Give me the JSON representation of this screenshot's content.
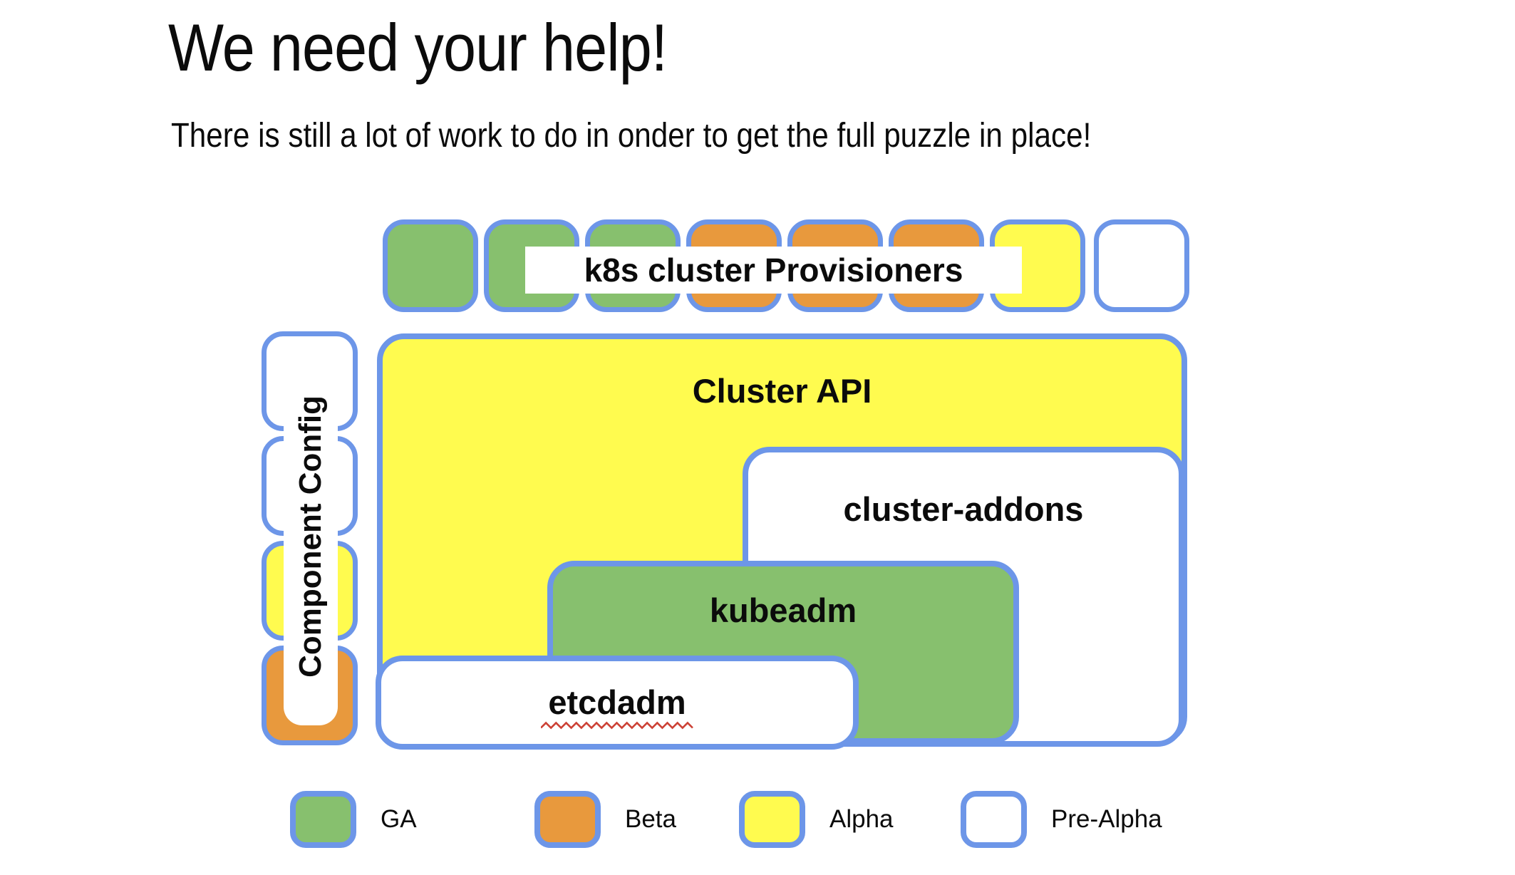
{
  "page": {
    "title": "We need your help!",
    "subtitle": "There is still a lot of work to do in onder to get the full puzzle in place!"
  },
  "colors": {
    "ga_green": "#87c06e",
    "beta_orange": "#e8993d",
    "alpha_yellow": "#fffb4f",
    "prealpha_white": "#ffffff",
    "border_blue": "#6d96e8",
    "squiggle_red": "#cc4135",
    "text_ink": "#0b0b0b"
  },
  "diagram": {
    "provisioners_label": "k8s cluster Provisioners",
    "provisioner_squares": [
      "ga",
      "ga",
      "ga",
      "beta",
      "beta",
      "beta",
      "alpha",
      "prealpha"
    ],
    "component_config": {
      "label": "Component Config",
      "squares": [
        "prealpha",
        "prealpha",
        "alpha",
        "beta"
      ]
    },
    "boxes": [
      {
        "id": "cluster-api",
        "label": "Cluster API",
        "status": "alpha"
      },
      {
        "id": "cluster-addons",
        "label": "cluster-addons",
        "status": "prealpha"
      },
      {
        "id": "kubeadm",
        "label": "kubeadm",
        "status": "ga"
      },
      {
        "id": "etcdadm",
        "label": "etcdadm",
        "status": "prealpha",
        "spellcheck_underline": true
      }
    ]
  },
  "legend": [
    {
      "label": "GA",
      "status": "ga"
    },
    {
      "label": "Beta",
      "status": "beta"
    },
    {
      "label": "Alpha",
      "status": "alpha"
    },
    {
      "label": "Pre-Alpha",
      "status": "prealpha"
    }
  ]
}
